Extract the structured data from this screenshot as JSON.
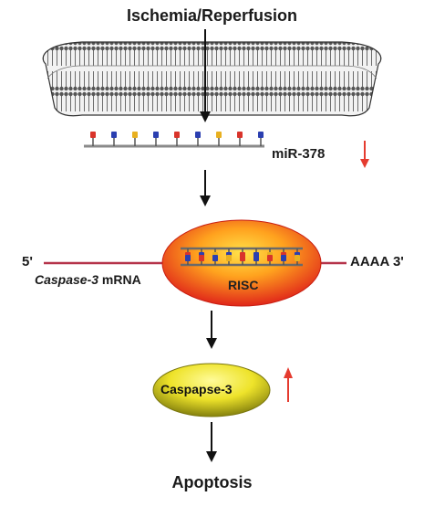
{
  "title": "Ischemia/Reperfusion",
  "mirna_label": "miR-378",
  "mrna": {
    "five_prime": "5'",
    "three_prime": "AAAA 3'",
    "gene": "Caspase-3",
    "suffix": " mRNA"
  },
  "complex_label": "RISC",
  "protein_label": "Caspapse-3",
  "outcome_label": "Apoptosis",
  "colors": {
    "arrow": "#111111",
    "trend_arrow": "#e53b2f",
    "mrna_line": "#b5334a",
    "risc_center": "#ffd23a",
    "risc_edge": "#e0261a",
    "protein_center": "#fbf46a",
    "protein_edge": "#8e8a10"
  },
  "indicators": {
    "mirna_trend": "down",
    "protein_trend": "up"
  }
}
